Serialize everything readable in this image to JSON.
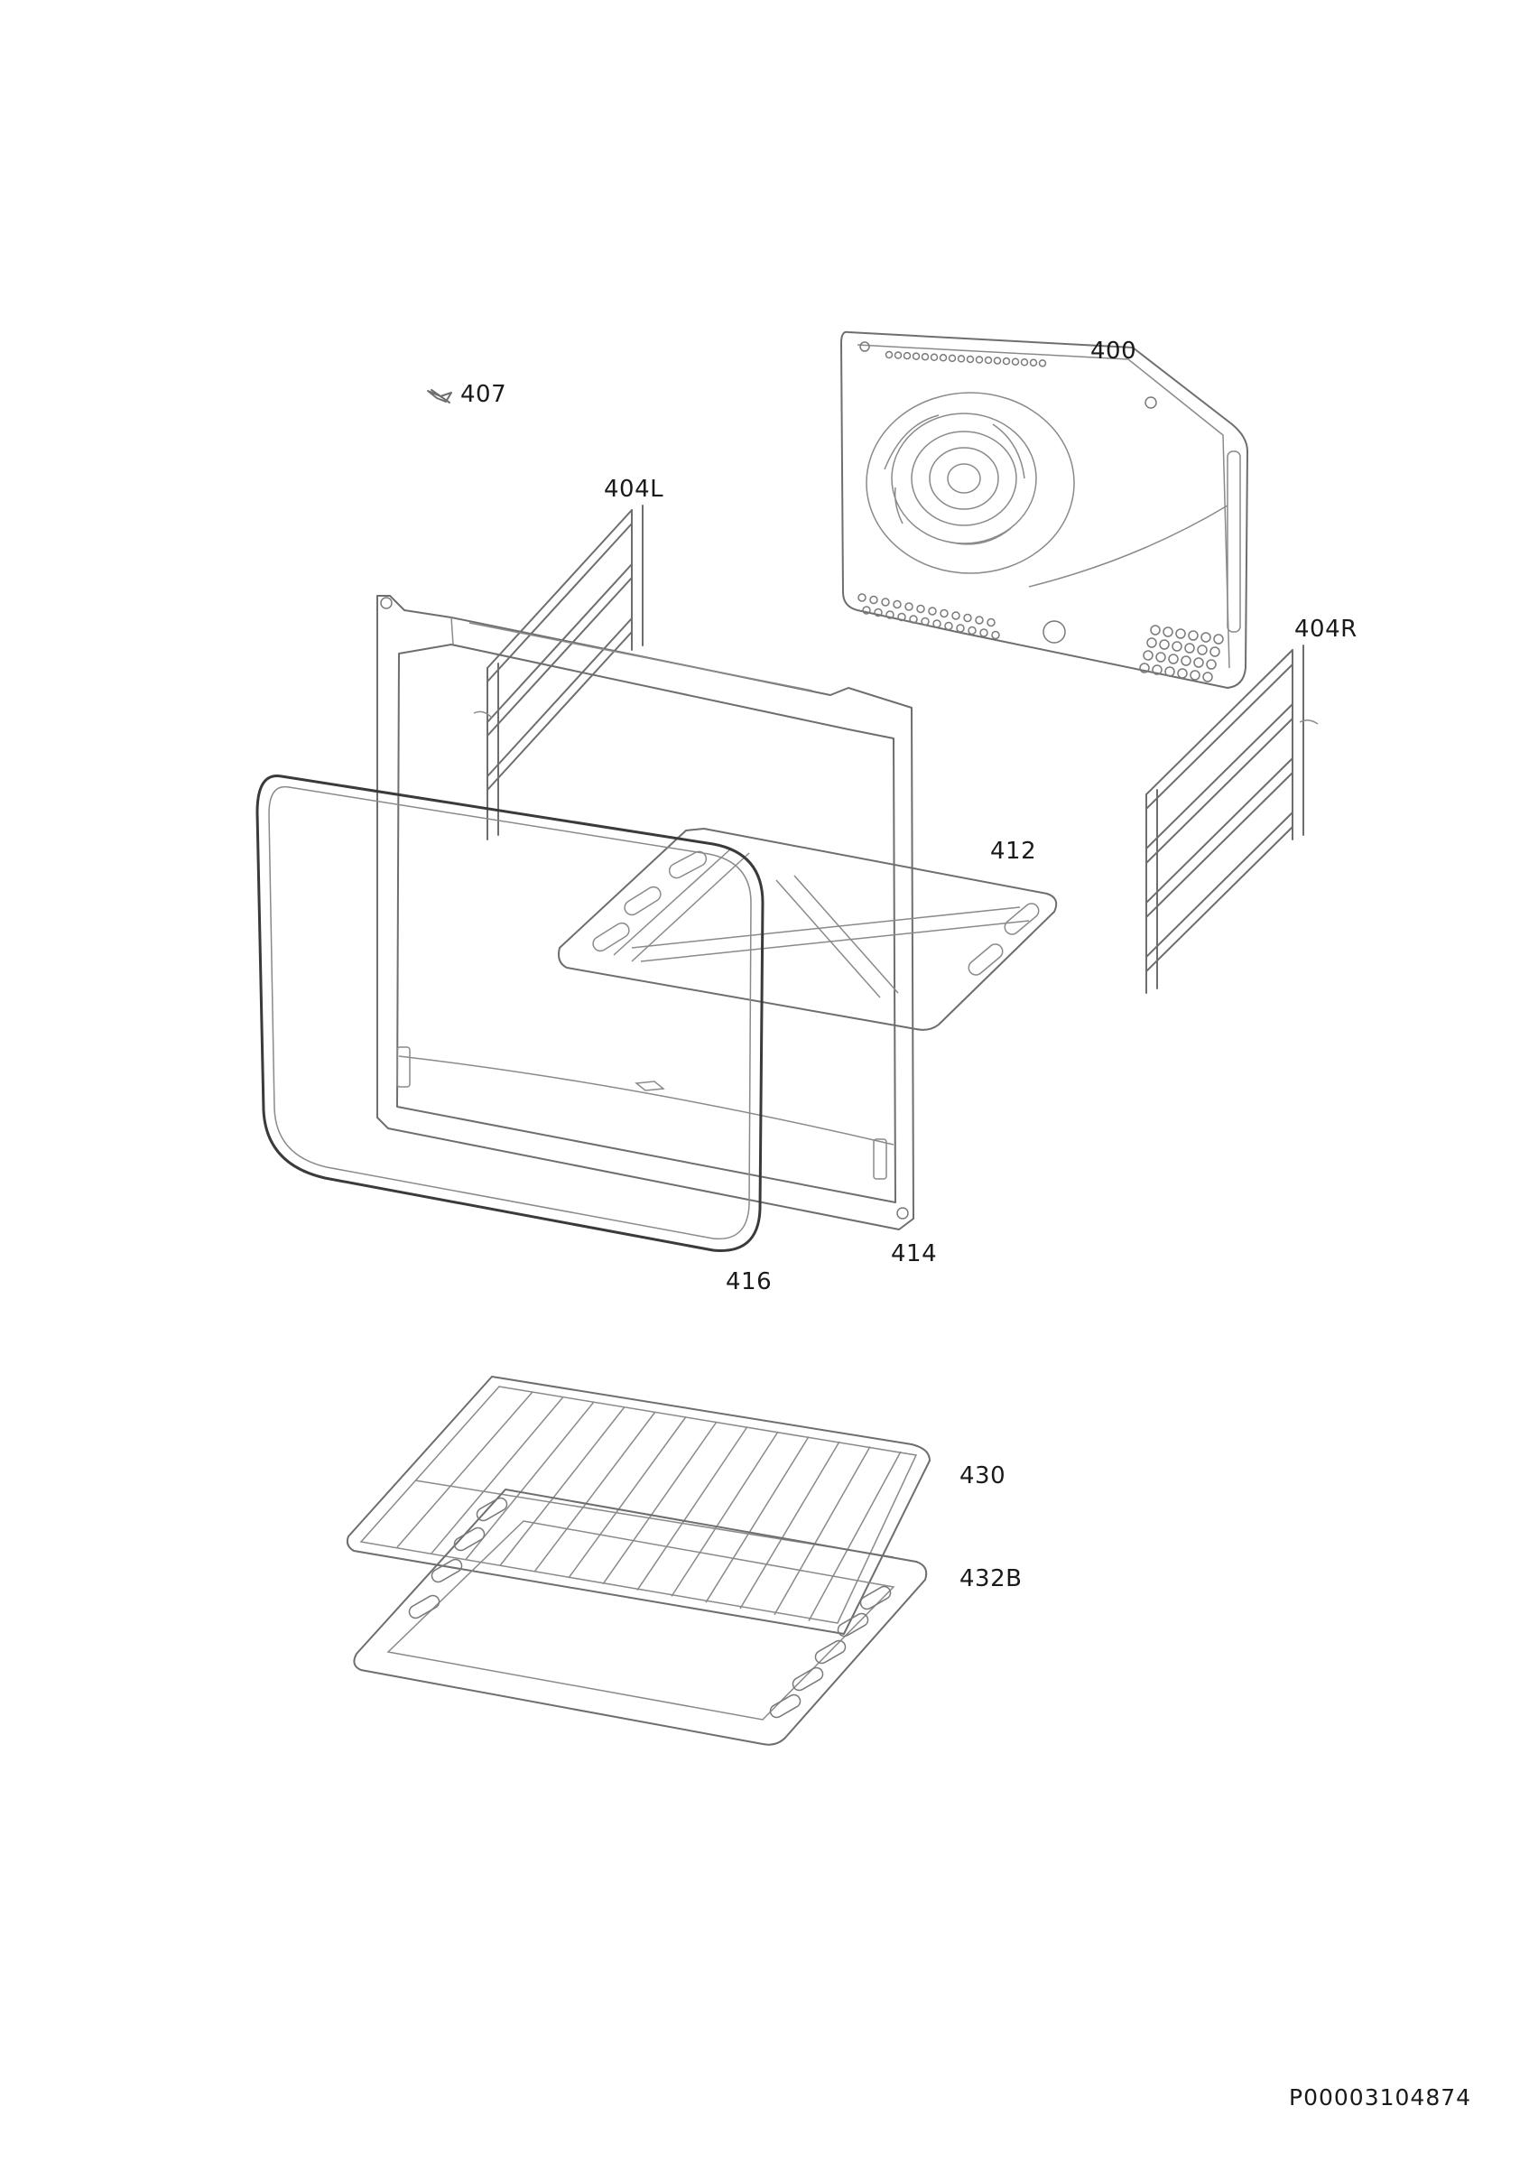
{
  "parts": [
    {
      "id": "p400",
      "label": "400"
    },
    {
      "id": "p407",
      "label": "407"
    },
    {
      "id": "p404L",
      "label": "404L"
    },
    {
      "id": "p404R",
      "label": "404R"
    },
    {
      "id": "p412",
      "label": "412"
    },
    {
      "id": "p414",
      "label": "414"
    },
    {
      "id": "p416",
      "label": "416"
    },
    {
      "id": "p430",
      "label": "430"
    },
    {
      "id": "p432B",
      "label": "432B"
    }
  ],
  "document_id": "P00003104874"
}
